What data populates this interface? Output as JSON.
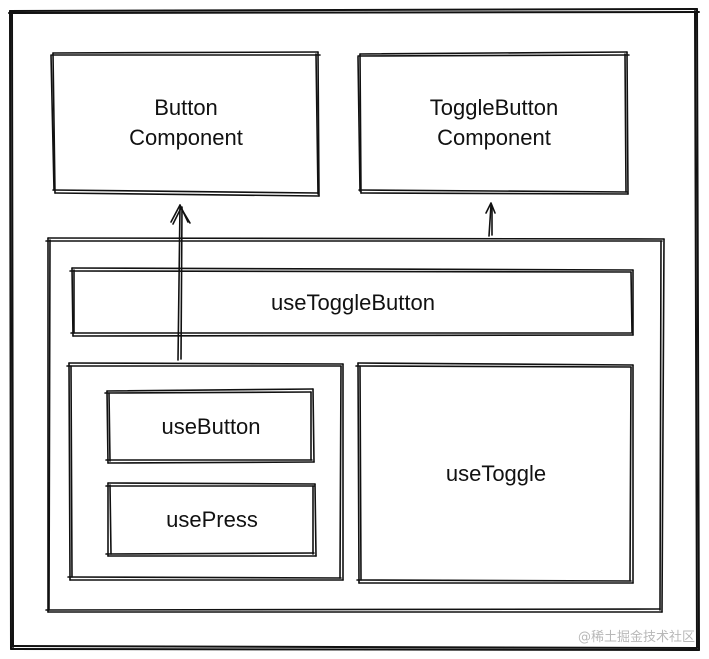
{
  "boxes": {
    "button_component": "Button\nComponent",
    "toggle_button_component": "ToggleButton\nComponent",
    "use_toggle_button": "useToggleButton",
    "use_button": "useButton",
    "use_press": "usePress",
    "use_toggle": "useToggle"
  },
  "watermark": "@稀土掘金技术社区",
  "colors": {
    "stroke": "#111111",
    "background": "#ffffff",
    "watermark": "#b8b8b8"
  }
}
